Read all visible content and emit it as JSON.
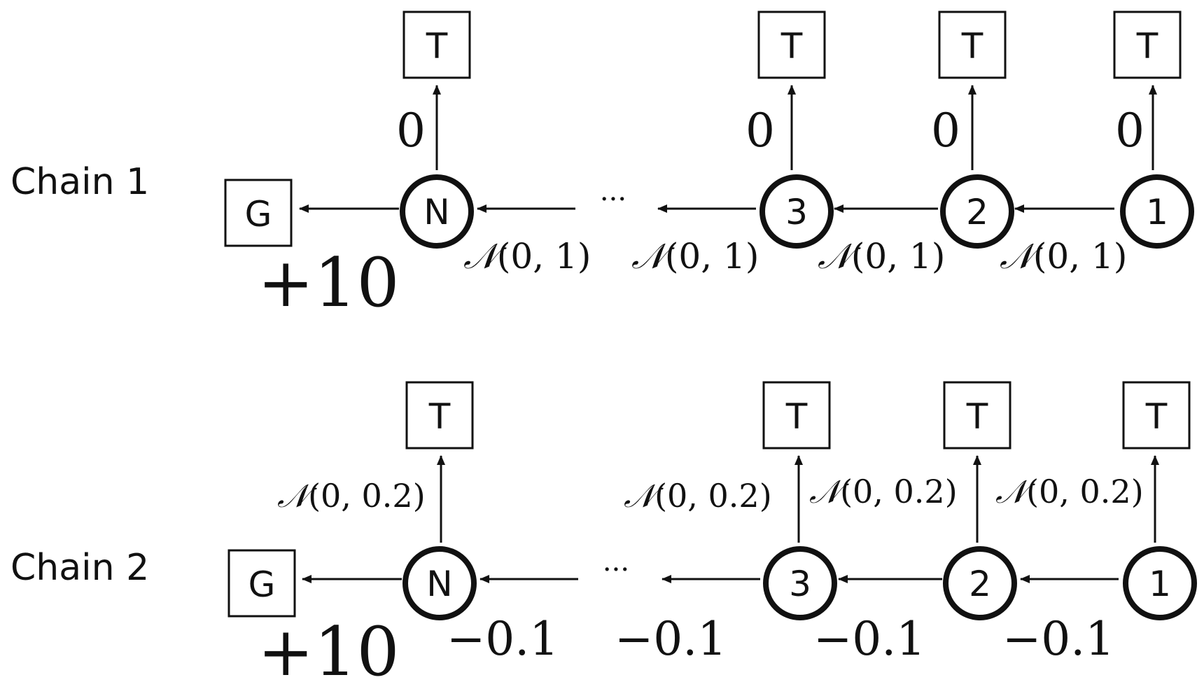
{
  "chains": [
    {
      "label": "Chain 1",
      "goal": "G",
      "goal_reward": "+10",
      "terminal": "T",
      "nodes": [
        "N",
        "3",
        "2",
        "1"
      ],
      "ellipsis": "···",
      "up_labels": [
        "0",
        "0",
        "0",
        "0"
      ],
      "right_labels": [
        {
          "sym": "𝒩",
          "args": "(0, 1)"
        },
        {
          "sym": "𝒩",
          "args": "(0, 1)"
        },
        {
          "sym": "𝒩",
          "args": "(0, 1)"
        },
        {
          "sym": "𝒩",
          "args": "(0, 1)"
        }
      ]
    },
    {
      "label": "Chain 2",
      "goal": "G",
      "goal_reward": "+10",
      "terminal": "T",
      "nodes": [
        "N",
        "3",
        "2",
        "1"
      ],
      "ellipsis": "···",
      "up_labels": [
        {
          "sym": "𝒩",
          "args": "(0, 0.2)"
        },
        {
          "sym": "𝒩",
          "args": "(0, 0.2)"
        },
        {
          "sym": "𝒩",
          "args": "(0, 0.2)"
        },
        {
          "sym": "𝒩",
          "args": "(0, 0.2)"
        }
      ],
      "right_labels": [
        "−0.1",
        "−0.1",
        "−0.1",
        "−0.1"
      ]
    }
  ]
}
